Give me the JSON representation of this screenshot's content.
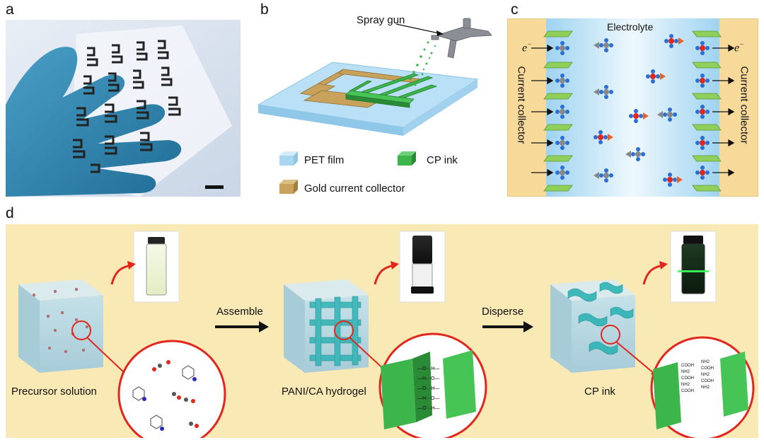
{
  "panels": {
    "a": {
      "letter": "a"
    },
    "b": {
      "letter": "b",
      "spray_gun_label": "Spray gun",
      "legend": {
        "pet": "PET film",
        "cp": "CP ink",
        "gold": "Gold current collector"
      }
    },
    "c": {
      "letter": "c",
      "electrolyte_label": "Electrolyte",
      "left_collector_label": "Current collector",
      "right_collector_label": "Current collector",
      "electron_label": "e",
      "electron_sup": "−"
    },
    "d": {
      "letter": "d",
      "stage1_label": "Precursor solution",
      "stage2_label": "PANI/CA hydrogel",
      "stage3_label": "CP ink",
      "arrow1_label": "Assemble",
      "arrow2_label": "Disperse",
      "bond_labels_left": [
        "COOH",
        "NH2",
        "COOH",
        "NH2",
        "COOH"
      ],
      "bond_labels_right": [
        "NH2",
        "COOH",
        "NH2",
        "COOH",
        "NH2"
      ]
    }
  },
  "colors": {
    "panel_d_bg": "#f8e9b5",
    "collector_yellow": "#f7d99a",
    "electrolyte_blue": "#bfe3f5",
    "pet_blue": "#a9d7f2",
    "cp_green": "#3cb54a",
    "gold": "#c8a25a",
    "red": "#e3261c",
    "cube_blue": "#9ec8dc"
  }
}
